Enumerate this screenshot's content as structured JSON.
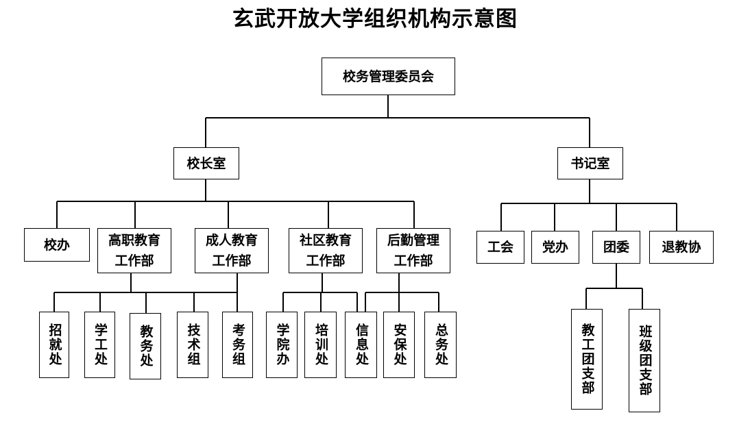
{
  "title": "玄武开放大学组织机构示意图",
  "nodes": {
    "root": "校务管理委员会",
    "principal": "校长室",
    "secretary": "书记室",
    "xiaoban": "校办",
    "gaozhi": "高职教育工作部",
    "chengren": "成人教育工作部",
    "shequ": "社区教育工作部",
    "houqin": "后勤管理工作部",
    "zhaojiu": "招就处",
    "xuegong": "学工处",
    "jiaowu": "教务处",
    "jishu": "技术组",
    "kaowu": "考务组",
    "xueyuan": "学院办",
    "peixun": "培训处",
    "xinxi": "信息处",
    "anbao": "安保处",
    "zongwu": "总务处",
    "gonghui": "工会",
    "dangban": "党办",
    "tuanwei": "团委",
    "tuijiao": "退教协",
    "jiaogong": "教工团支部",
    "banji": "班级团支部"
  }
}
